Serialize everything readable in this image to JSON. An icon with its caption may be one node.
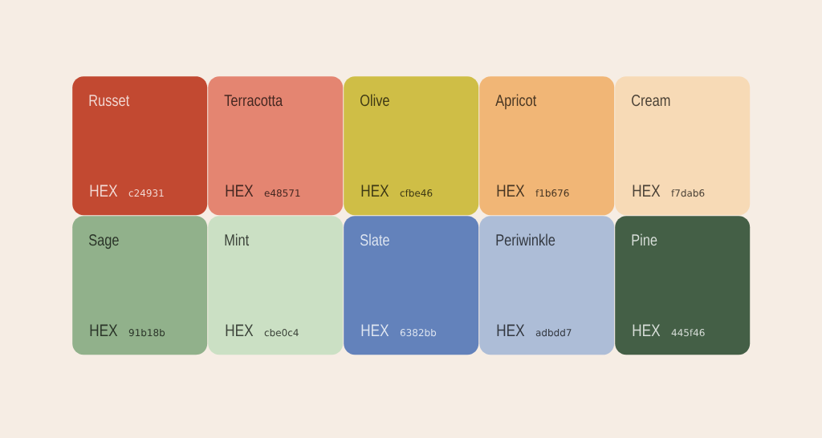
{
  "diagram": {
    "nodes": [
      {
        "text": [
          "Russet",
          "HEX",
          "c24931"
        ]
      },
      {
        "text": [
          "Terracotta",
          "HEX",
          "e48571"
        ]
      },
      {
        "text": [
          "Olive",
          "HEX",
          "cfbe46"
        ]
      },
      {
        "text": [
          "Apricot",
          "HEX",
          "f1b676"
        ]
      },
      {
        "text": [
          "Cream",
          "HEX",
          "f7dab6"
        ]
      },
      {
        "text": [
          "Sage",
          "HEX",
          "91b18b"
        ]
      },
      {
        "text": [
          "Mint",
          "HEX",
          "cbe0c4"
        ]
      },
      {
        "text": [
          "Slate",
          "HEX",
          "6382bb"
        ]
      },
      {
        "text": [
          "Periwinkle",
          "HEX",
          "adbdd7"
        ]
      },
      {
        "text": [
          "Pine",
          "HEX",
          "445f46"
        ]
      }
    ]
  }
}
